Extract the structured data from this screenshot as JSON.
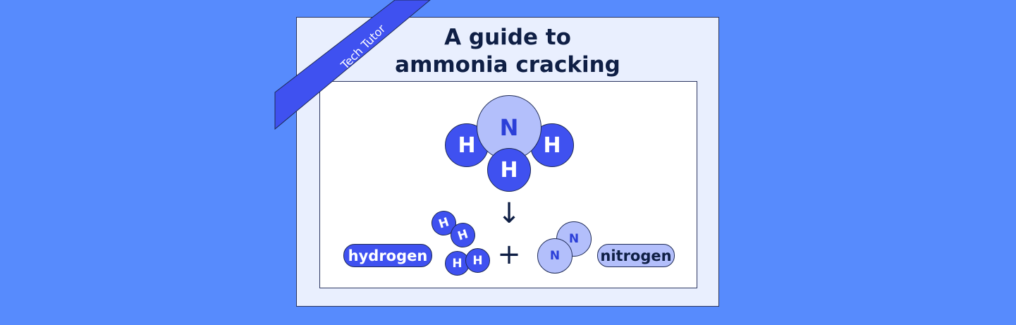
{
  "ribbon": {
    "label": "Tech Tutor"
  },
  "title": {
    "line1": "A guide to",
    "line2": "ammonia cracking"
  },
  "molecule": {
    "central": "N",
    "hydrogens": [
      "H",
      "H",
      "H"
    ]
  },
  "reaction": {
    "arrow": "↓",
    "plus": "+",
    "hydrogen_atoms": [
      "H",
      "H",
      "H",
      "H"
    ],
    "nitrogen_atoms": [
      "N",
      "N"
    ]
  },
  "labels": {
    "hydrogen": "hydrogen",
    "nitrogen": "nitrogen"
  },
  "colors": {
    "background": "#578bfd",
    "hydrogen": "#3f51f0",
    "nitrogen": "#b3bffb",
    "text": "#0f1f45"
  }
}
